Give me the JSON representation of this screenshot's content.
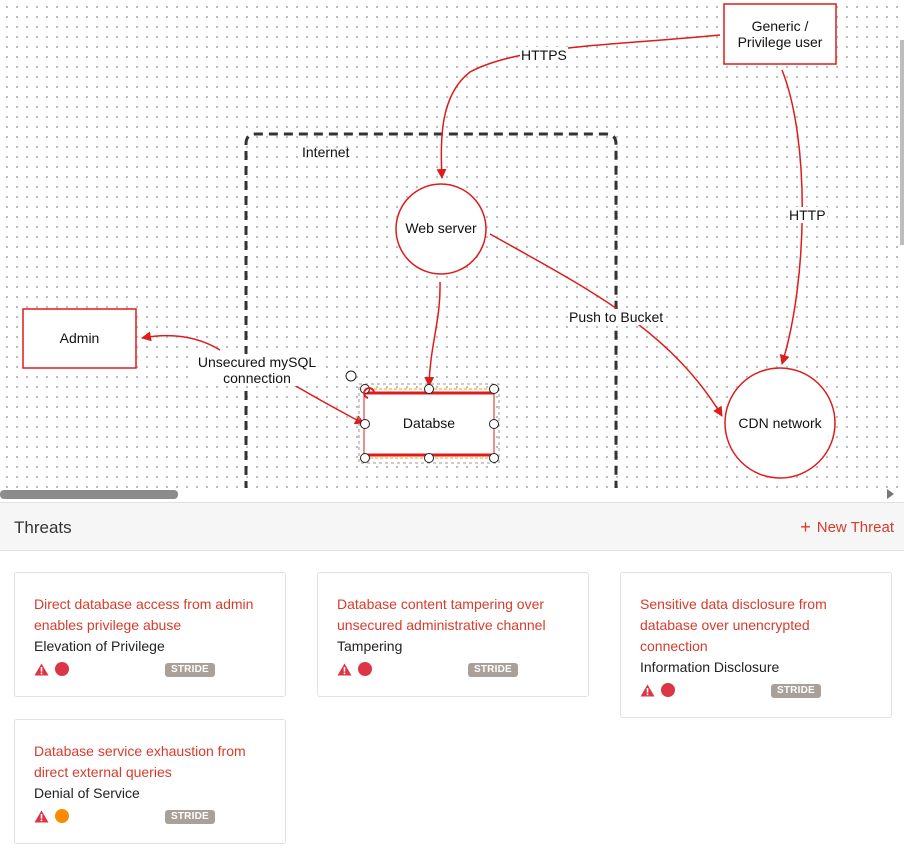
{
  "diagram": {
    "boundary_label": "Internet",
    "nodes": {
      "user_line1": "Generic /",
      "user_line2": "Privilege user",
      "admin": "Admin",
      "web_server": "Web server",
      "database": "Databse",
      "cdn": "CDN network"
    },
    "flows": {
      "https": "HTTPS",
      "http": "HTTP",
      "push": "Push to Bucket",
      "mysql_line1": "Unsecured mySQL",
      "mysql_line2": "connection"
    },
    "colors": {
      "element": "#e01b1b",
      "boundary": "#333333"
    }
  },
  "threats_panel": {
    "title": "Threats",
    "new_threat_label": "New Threat",
    "accent_color": "#d83b2c",
    "cards": [
      {
        "title": "Direct database access from admin enables privilege abuse",
        "type": "Elevation of Privilege",
        "model": "STRIDE",
        "severity_color": "#dc3545"
      },
      {
        "title": "Database content tampering over unsecured administrative channel",
        "type": "Tampering",
        "model": "STRIDE",
        "severity_color": "#dc3545"
      },
      {
        "title": "Sensitive data disclosure from database over unencrypted connection",
        "type": "Information Disclosure",
        "model": "STRIDE",
        "severity_color": "#dc3545"
      },
      {
        "title": "Database service exhaustion from direct external queries",
        "type": "Denial of Service",
        "model": "STRIDE",
        "severity_color": "#fd8b00"
      }
    ]
  }
}
